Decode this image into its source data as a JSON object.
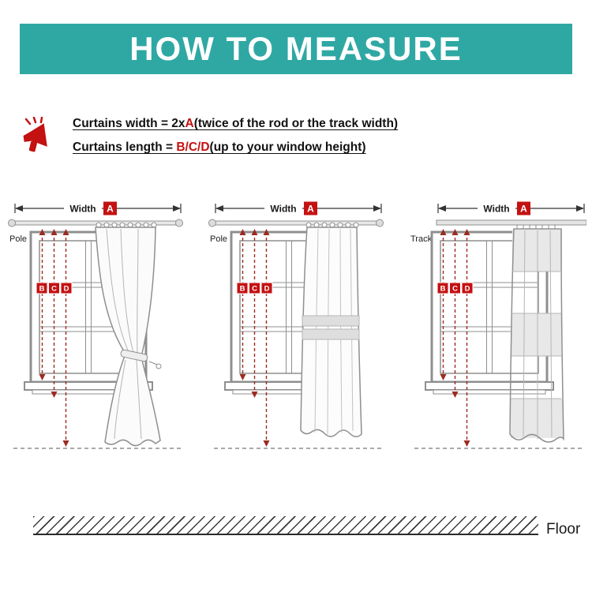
{
  "header": {
    "title": "HOW TO MEASURE",
    "bg_color": "#2fa8a4",
    "text_color": "#ffffff"
  },
  "instructions": {
    "line1": {
      "prefix": "Curtains width = 2x",
      "highlight": "A",
      "suffix": "(twice of the rod or the track width)"
    },
    "line2": {
      "prefix": "Curtains length = ",
      "highlight": "B/C/D",
      "suffix": "(up to your window height)"
    },
    "highlight_color": "#c41111"
  },
  "diagrams": [
    {
      "mount": "Pole",
      "width_label": "Width",
      "width_letter": "A",
      "length_letters": [
        "B",
        "C",
        "D"
      ],
      "curtain_style": "tied-back-curtain"
    },
    {
      "mount": "Pole",
      "width_label": "Width",
      "width_letter": "A",
      "length_letters": [
        "B",
        "C",
        "D"
      ],
      "curtain_style": "sheer-curtain"
    },
    {
      "mount": "Track",
      "width_label": "Width",
      "width_letter": "A",
      "length_letters": [
        "B",
        "C",
        "D"
      ],
      "curtain_style": "striped-panel-curtain"
    }
  ],
  "floor": {
    "label": "Floor"
  },
  "colors": {
    "teal": "#2fa8a4",
    "letter_red": "#c41111",
    "dashed_arrow": "#9c2b21"
  }
}
